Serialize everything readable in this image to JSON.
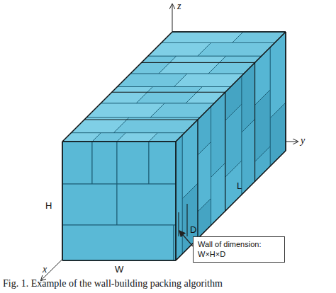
{
  "diagram": {
    "caption": "Fig. 1. Example of the wall-building packing algorithm",
    "nodes": [
      {
        "text": [
          "Wall of dimension: W×H×D"
        ]
      }
    ],
    "labels": [
      "z",
      "y",
      "x",
      "H",
      "W",
      "L",
      "D"
    ]
  }
}
